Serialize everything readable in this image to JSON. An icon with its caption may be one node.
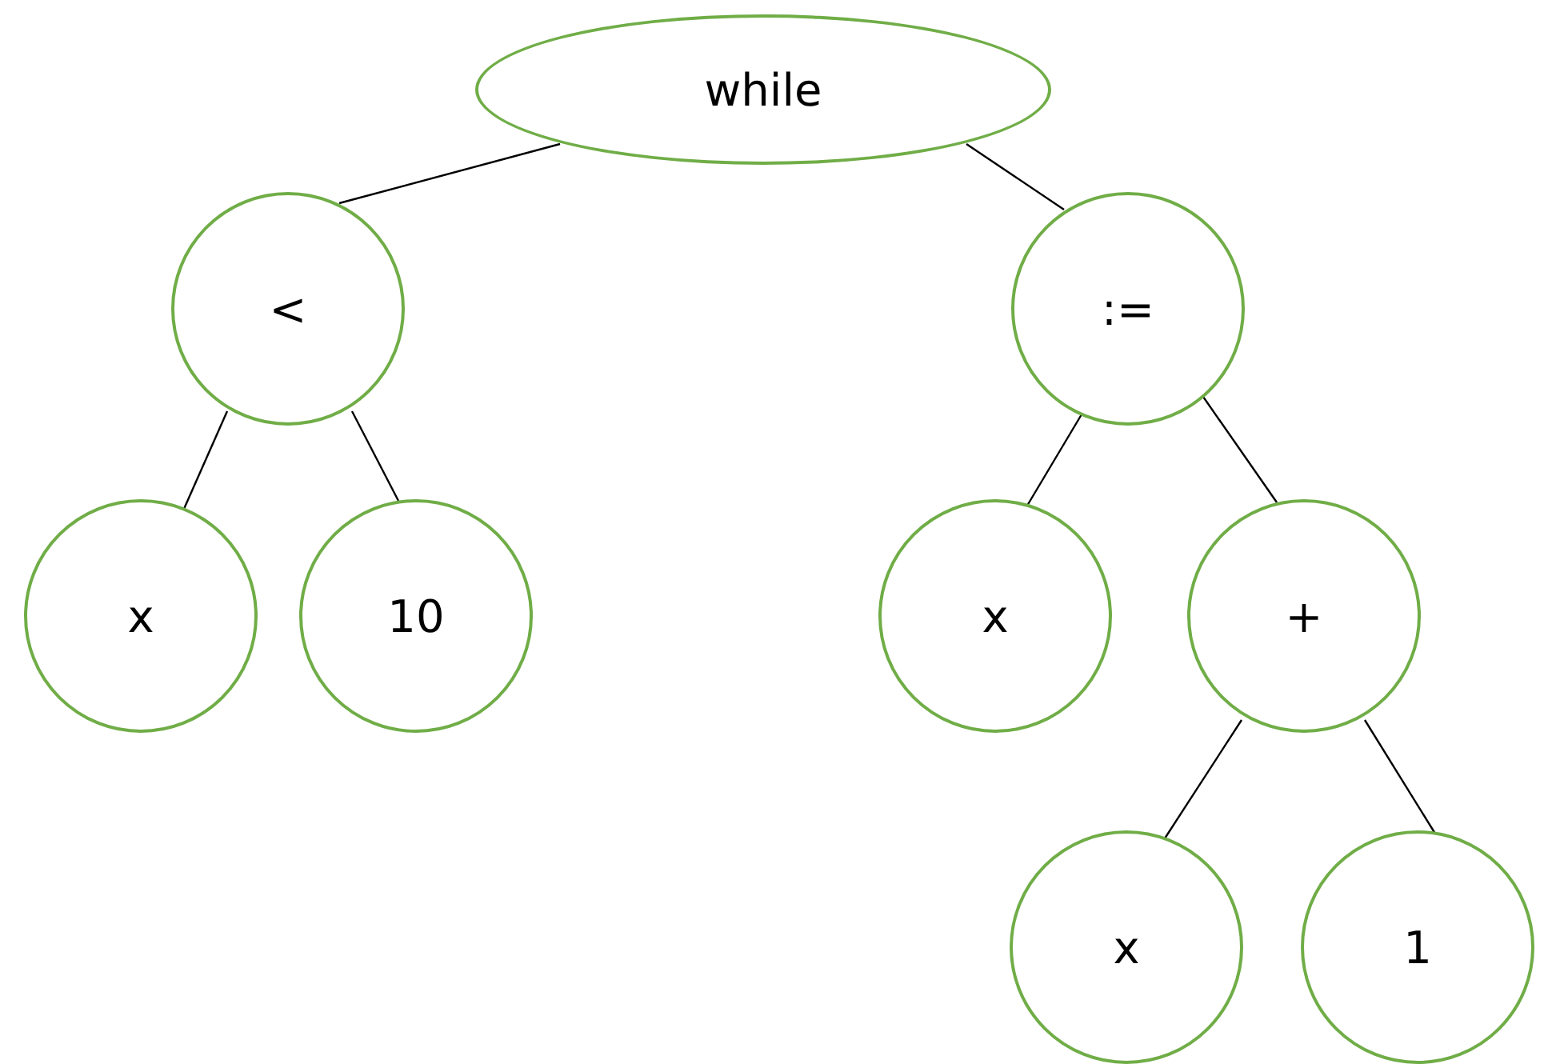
{
  "diagram": {
    "nodes": [
      {
        "text": [
          "while"
        ]
      },
      {
        "text": [
          "<"
        ]
      },
      {
        "text": [
          ":="
        ]
      },
      {
        "text": [
          "x"
        ]
      },
      {
        "text": [
          "10"
        ]
      },
      {
        "text": [
          "x"
        ]
      },
      {
        "text": [
          "+"
        ]
      },
      {
        "text": [
          "x"
        ]
      },
      {
        "text": [
          "1"
        ]
      }
    ],
    "edges": [
      {
        "from": 0,
        "to": 1,
        "arrow": "none"
      },
      {
        "from": 0,
        "to": 2,
        "arrow": "none"
      },
      {
        "from": 1,
        "to": 3,
        "arrow": "none"
      },
      {
        "from": 1,
        "to": 4,
        "arrow": "none"
      },
      {
        "from": 2,
        "to": 5,
        "arrow": "none"
      },
      {
        "from": 2,
        "to": 6,
        "arrow": "none"
      },
      {
        "from": 6,
        "to": 7,
        "arrow": "none"
      },
      {
        "from": 6,
        "to": 8,
        "arrow": "none"
      }
    ]
  }
}
